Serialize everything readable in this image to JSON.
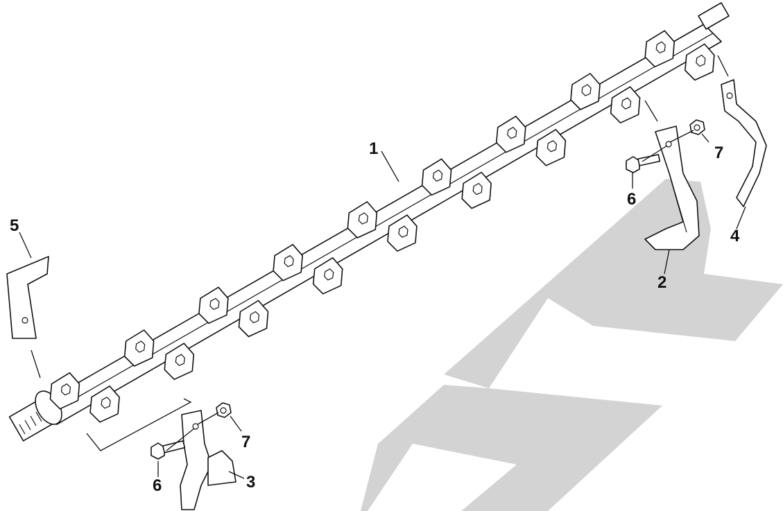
{
  "colors": {
    "watermark": "#d3d3d3",
    "ink": "#111111",
    "paper": "#ffffff"
  },
  "labels": {
    "shaft": "1",
    "blade_right": "2",
    "blade_lower": "3",
    "blade_far_right": "4",
    "blade_end_left": "5",
    "bolt_right": "6",
    "bolt_lower": "6",
    "nut_right": "7",
    "nut_lower": "7"
  }
}
